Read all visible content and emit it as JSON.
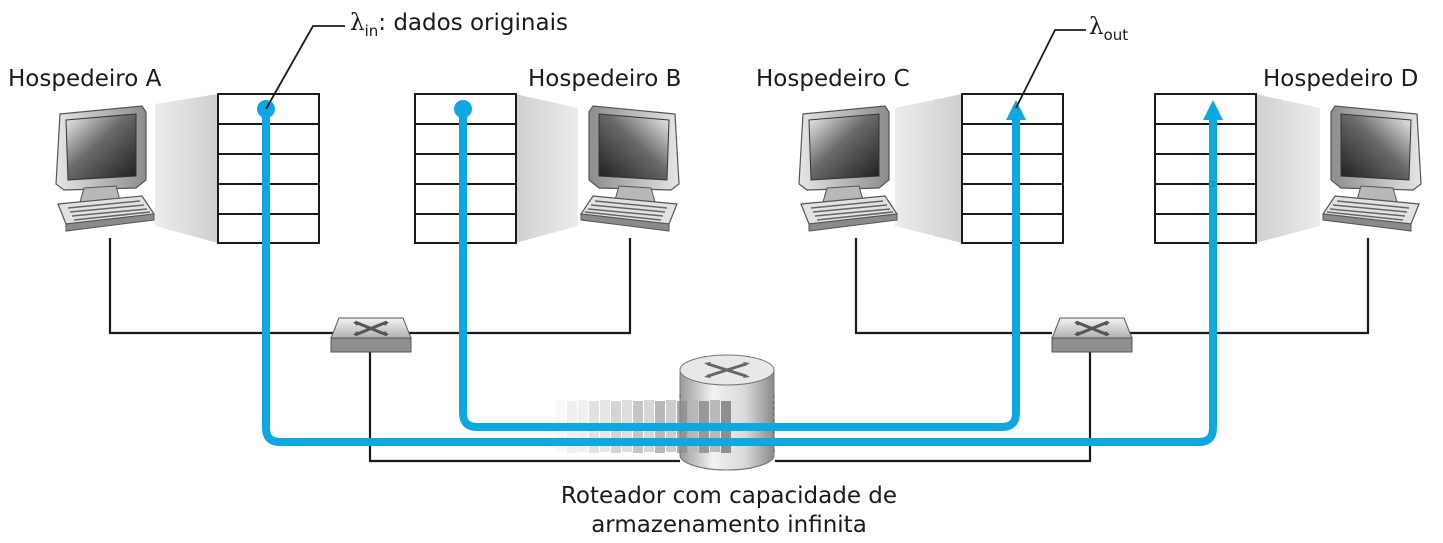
{
  "colors": {
    "flow": "#0fa7e2",
    "wire": "#1a1a1a",
    "buffer_border": "#1a1a1a",
    "text": "#1a1a1a"
  },
  "hosts": [
    {
      "id": "A",
      "label": "Hospedeiro A",
      "icon": "computer-icon"
    },
    {
      "id": "B",
      "label": "Hospedeiro B",
      "icon": "computer-icon"
    },
    {
      "id": "C",
      "label": "Hospedeiro C",
      "icon": "computer-icon"
    },
    {
      "id": "D",
      "label": "Hospedeiro D",
      "icon": "computer-icon"
    }
  ],
  "annotations": {
    "lambda_in_symbol": "λ",
    "lambda_in_sub": "in",
    "lambda_in_text": ": dados originais",
    "lambda_out_symbol": "λ",
    "lambda_out_sub": "out"
  },
  "router": {
    "icon": "router-icon",
    "caption_line1": "Roteador com capacidade de",
    "caption_line2": "armazenamento infinita"
  },
  "switches": [
    {
      "id": "left",
      "icon": "switch-icon"
    },
    {
      "id": "right",
      "icon": "switch-icon"
    }
  ]
}
